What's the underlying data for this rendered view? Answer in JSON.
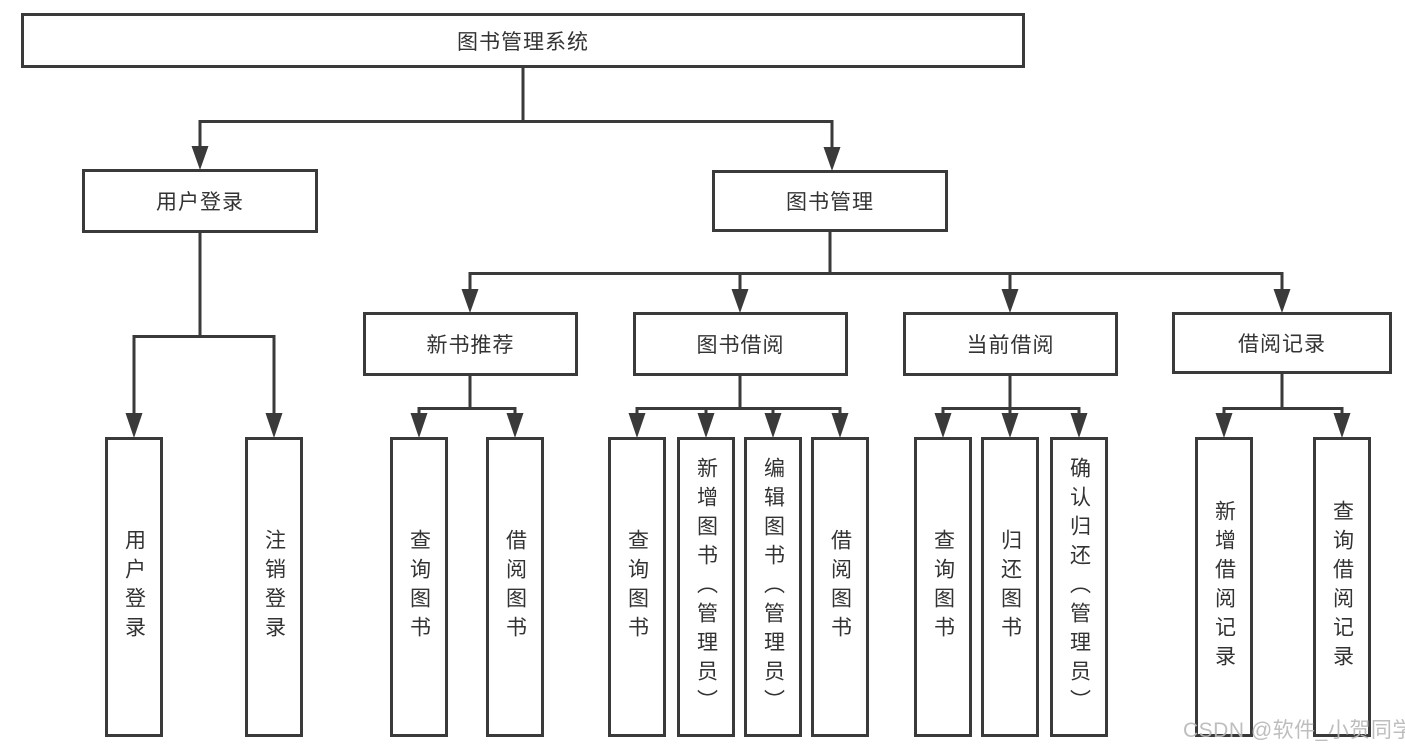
{
  "diagram": {
    "type": "hierarchy-tree",
    "root": "图书管理系统",
    "children": [
      {
        "label": "用户登录",
        "children": [
          "用户登录",
          "注销登录"
        ]
      },
      {
        "label": "图书管理",
        "children": [
          {
            "label": "新书推荐",
            "children": [
              "查询图书",
              "借阅图书"
            ]
          },
          {
            "label": "图书借阅",
            "children": [
              "查询图书",
              "新增图书（管理员）",
              "编辑图书（管理员）",
              "借阅图书"
            ]
          },
          {
            "label": "当前借阅",
            "children": [
              "查询图书",
              "归还图书",
              "确认归还（管理员）"
            ]
          },
          {
            "label": "借阅记录",
            "children": [
              "新增借阅记录",
              "查询借阅记录"
            ]
          }
        ]
      }
    ]
  },
  "watermark": "CSDN @软件_小贺同学",
  "colors": {
    "line": "#3a3a3a",
    "box_border": "#3a3a3a",
    "text": "#333333",
    "background": "#ffffff",
    "watermark": "#b9b9b9"
  }
}
